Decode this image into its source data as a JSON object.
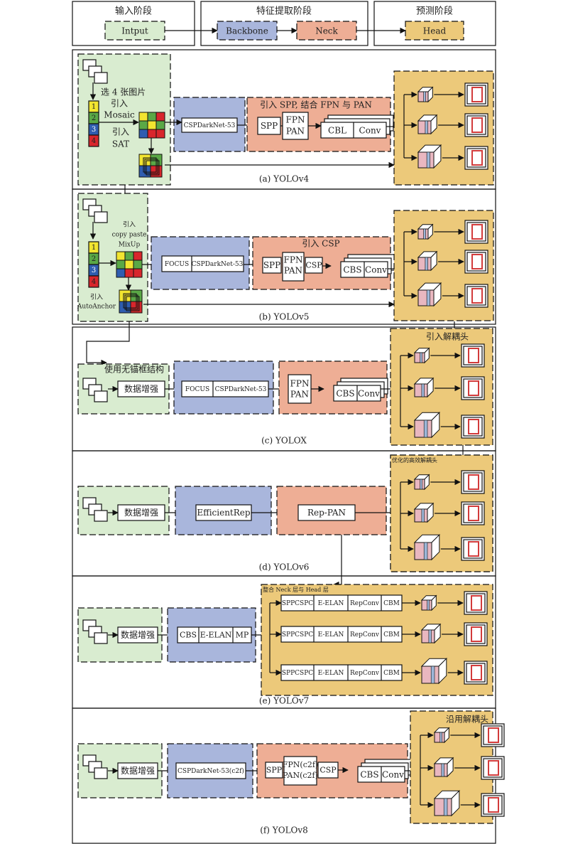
{
  "legend": {
    "input_stage": "输入阶段",
    "feature_stage": "特征提取阶段",
    "predict_stage": "预测阶段",
    "input": "Intput",
    "backbone": "Backbone",
    "neck": "Neck",
    "head": "Head"
  },
  "colors": {
    "input": "#d9ecd0",
    "backbone": "#a9b6dc",
    "neck": "#eeae95",
    "head": "#ecc97a",
    "cell_yellow": "#f2e530",
    "cell_green": "#5aa846",
    "cell_blue": "#2f5db0",
    "cell_red": "#d8262c",
    "head_box": "#d23b3b"
  },
  "v4": {
    "caption": "(a) YOLOv4",
    "select": "选 4 张图片",
    "intro": "引入",
    "mosaic": "Mosaic",
    "intro2": "引入",
    "sat": "SAT",
    "nums": [
      "1",
      "2",
      "3",
      "4"
    ],
    "backbone": "CSPDarkNet-53",
    "neck_title": "引入 SPP, 结合 FPN 与 PAN",
    "spp": "SPP",
    "fpn": "FPN",
    "pan": "PAN",
    "cbl": "CBL",
    "conv": "Conv"
  },
  "v5": {
    "caption": "(b) YOLOv5",
    "intro": "引入",
    "copy_paste": "copy paste",
    "mixup": "MixUp",
    "intro2": "引入",
    "autoanchor": "AutoAnchor",
    "nums": [
      "1",
      "2",
      "3",
      "4"
    ],
    "focus": "FOCUS",
    "backbone": "CSPDarkNet-53",
    "neck_title": "引入 CSP",
    "spp": "SPP",
    "fpn": "FPN",
    "pan": "PAN",
    "csp": "CSP",
    "cbs": "CBS",
    "conv": "Conv"
  },
  "vx": {
    "caption": "(c) YOLOX",
    "anchor_free": "使用无锚框结构",
    "augment": "数据增强",
    "focus": "FOCUS",
    "backbone": "CSPDarkNet-53",
    "fpn": "FPN",
    "pan": "PAN",
    "cbs": "CBS",
    "conv": "Conv",
    "head_title": "引入解耦头"
  },
  "v6": {
    "caption": "(d) YOLOv6",
    "augment": "数据增强",
    "backbone": "EfficientRep",
    "neck": "Rep-PAN",
    "head_title": "优化的高效解耦头"
  },
  "v7": {
    "caption": "(e) YOLOv7",
    "augment": "数据增强",
    "cbs": "CBS",
    "eelan": "E-ELAN",
    "mp": "MP",
    "head_title": "整合 Neck 层与 Head 层",
    "rows": [
      [
        "SPPCSPC",
        "E-ELAN",
        "RepConv",
        "CBM"
      ],
      [
        "SPPCSPC",
        "E-ELAN",
        "RepConv",
        "CBM"
      ],
      [
        "SPPCSPC",
        "E-ELAN",
        "RepConv",
        "CBM"
      ]
    ]
  },
  "v8": {
    "caption": "(f) YOLOv8",
    "augment": "数据增强",
    "backbone": "CSPDarkNet-53(c2f)",
    "spp": "SPP",
    "fpn": "FPN(c2f)",
    "pan": "PAN(c2f)",
    "csp": "CSP",
    "cbs": "CBS",
    "conv": "Conv",
    "head_title": "沿用解耦头"
  }
}
